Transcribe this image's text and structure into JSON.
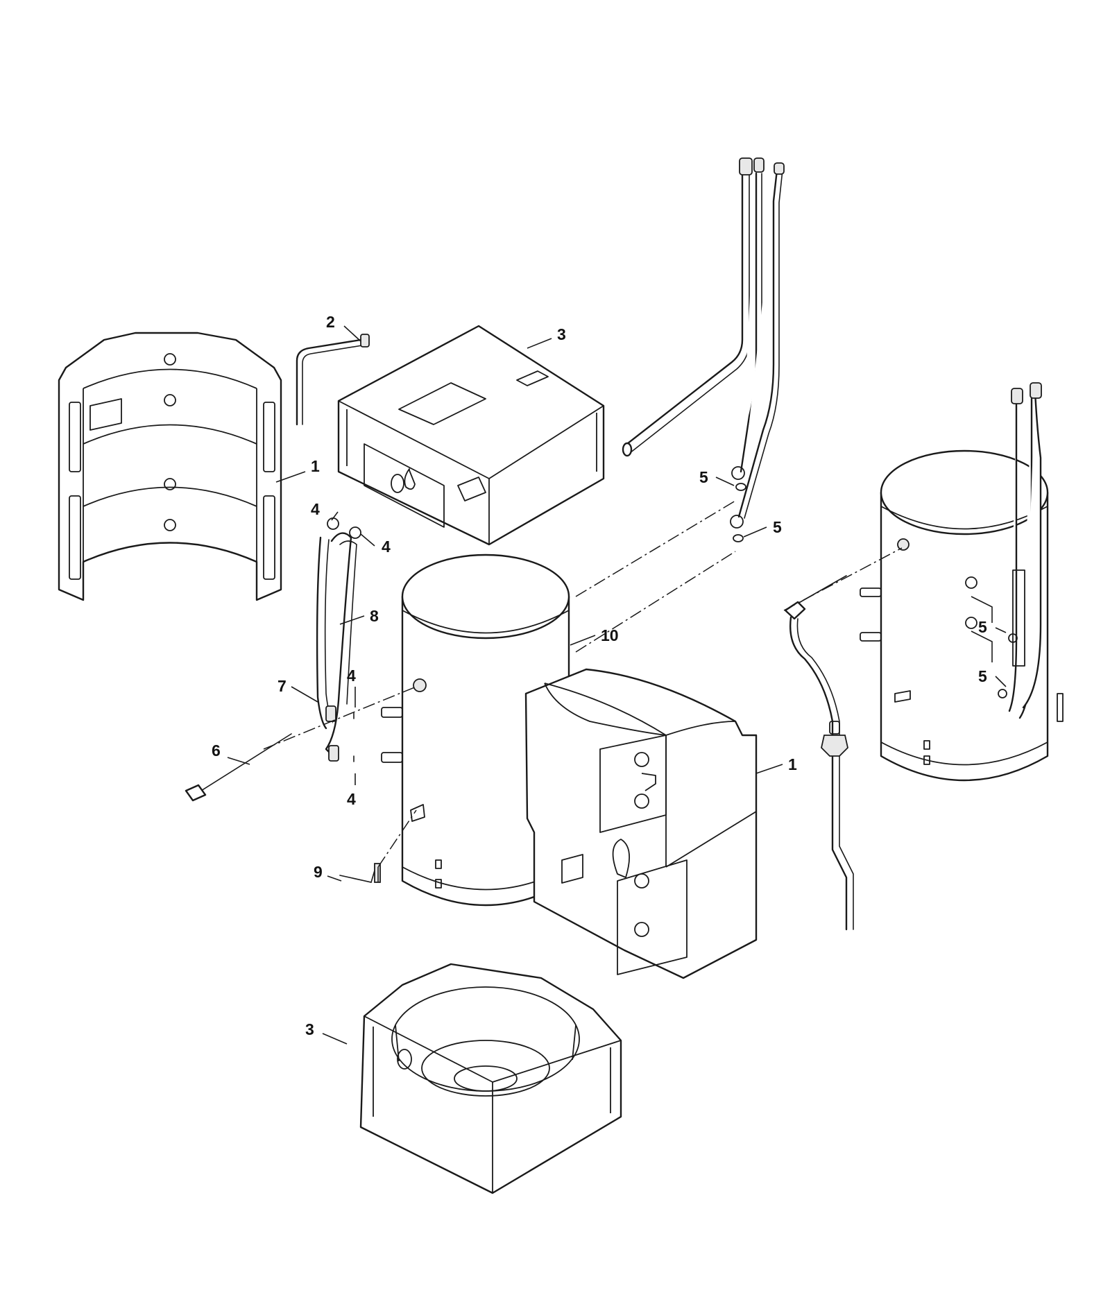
{
  "diagram": {
    "type": "exploded-parts-view",
    "callouts": [
      {
        "id": "c1a",
        "label": "1"
      },
      {
        "id": "c2",
        "label": "2"
      },
      {
        "id": "c3a",
        "label": "3"
      },
      {
        "id": "c4a",
        "label": "4"
      },
      {
        "id": "c4b",
        "label": "4"
      },
      {
        "id": "c5a",
        "label": "5"
      },
      {
        "id": "c5b",
        "label": "5"
      },
      {
        "id": "c8",
        "label": "8"
      },
      {
        "id": "c7",
        "label": "7"
      },
      {
        "id": "c4c",
        "label": "4"
      },
      {
        "id": "c10",
        "label": "10"
      },
      {
        "id": "c6",
        "label": "6"
      },
      {
        "id": "c4d",
        "label": "4"
      },
      {
        "id": "c1b",
        "label": "1"
      },
      {
        "id": "c9",
        "label": "9"
      },
      {
        "id": "c3b",
        "label": "3"
      },
      {
        "id": "c5c",
        "label": "5"
      },
      {
        "id": "c5d",
        "label": "5"
      }
    ]
  }
}
